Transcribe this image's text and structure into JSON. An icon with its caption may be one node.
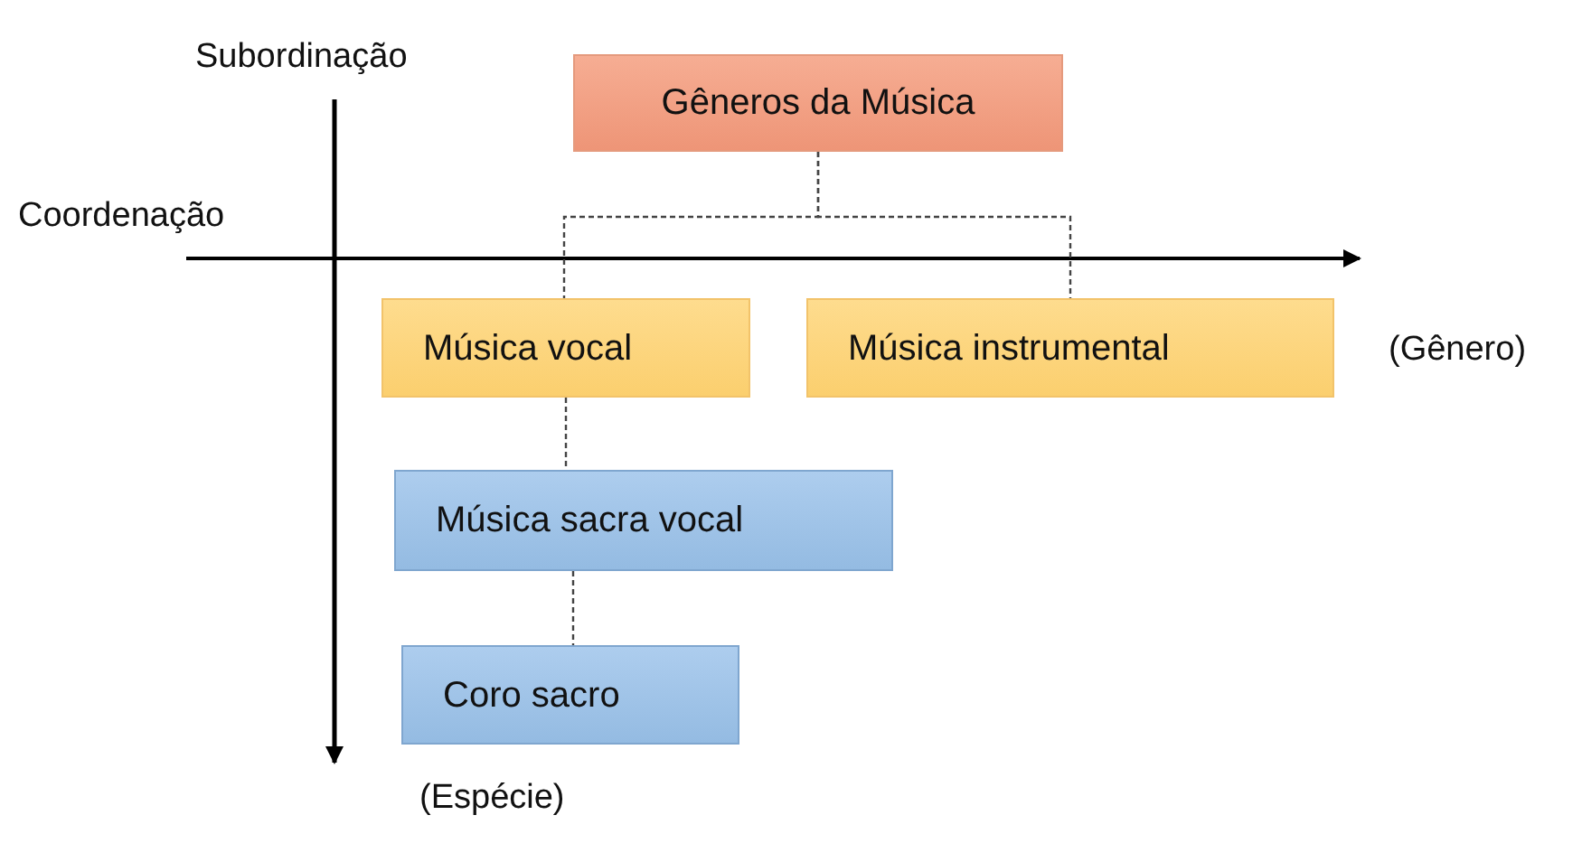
{
  "diagram": {
    "nodes": [
      {
        "text": [
          "Gêneros da Música"
        ]
      },
      {
        "text": [
          "Música vocal"
        ]
      },
      {
        "text": [
          "Música instrumental"
        ]
      },
      {
        "text": [
          "Música sacra vocal"
        ]
      },
      {
        "text": [
          "Coro sacro"
        ]
      }
    ],
    "edges": [
      {
        "from": 0,
        "to": 1,
        "arrow": "none",
        "style": "dashed"
      },
      {
        "from": 0,
        "to": 2,
        "arrow": "none",
        "style": "dashed"
      },
      {
        "from": 1,
        "to": 3,
        "arrow": "none",
        "style": "dashed"
      },
      {
        "from": 3,
        "to": 4,
        "arrow": "none",
        "style": "dashed"
      }
    ],
    "labels": [
      "Subordinação",
      "Coordenação",
      "(Gênero)",
      "(Espécie)"
    ]
  }
}
